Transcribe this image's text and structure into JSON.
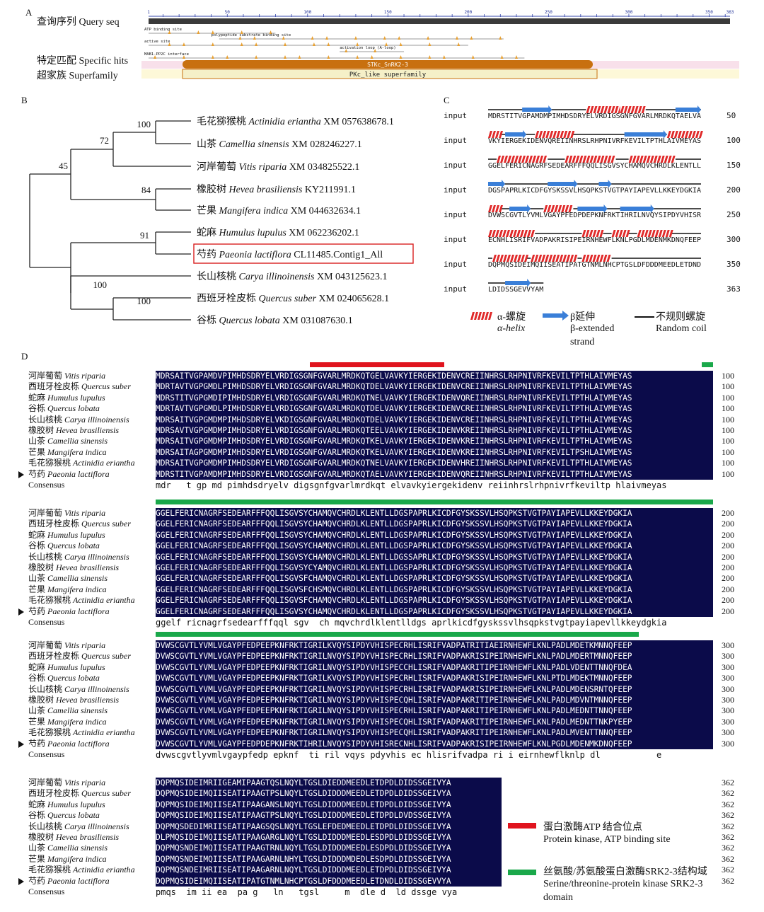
{
  "panels": {
    "A": "A",
    "B": "B",
    "C": "C",
    "D": "D"
  },
  "panelA": {
    "query_label": "查询序列 Query seq",
    "specific_label": "特定匹配 Specific hits",
    "superfamily_label": "超家族 Superfamily",
    "ruler_ticks": [
      "1",
      "50",
      "100",
      "150",
      "200",
      "250",
      "300",
      "350",
      "363"
    ],
    "ruler_ticks_num": [
      1,
      50,
      100,
      150,
      200,
      250,
      300,
      350,
      363
    ],
    "ruler_max": 363,
    "tracks": [
      {
        "label": "ATP binding site",
        "start": 1,
        "end": 80
      },
      {
        "label": "polypeptide substrate binding site",
        "start": 45,
        "end": 222
      },
      {
        "label": "active site",
        "start": 1,
        "end": 200
      },
      {
        "label": "activation loop (A-loop)",
        "start": 120,
        "end": 160
      },
      {
        "label": "MAB1-PP2C interface",
        "start": 1,
        "end": 235
      }
    ],
    "specific_hit": "STKc_SnRK2-3",
    "superfamily": "PKc_like superfamily",
    "colors": {
      "hit": "#c8700f",
      "super": "#f5f0c8"
    }
  },
  "panelB": {
    "taxa": [
      {
        "cn": "毛花猕猴桃",
        "latin": "Actinidia eriantha",
        "acc": "XM 057638678.1"
      },
      {
        "cn": "山茶",
        "latin": "Camellia sinensis",
        "acc": "XM 028246227.1"
      },
      {
        "cn": "河岸葡萄",
        "latin": "Vitis riparia",
        "acc": "XM 034825522.1"
      },
      {
        "cn": "橡胶树",
        "latin": "Hevea brasiliensis",
        "acc": "KY211991.1"
      },
      {
        "cn": "芒果",
        "latin": "Mangifera indica",
        "acc": "XM 044632634.1"
      },
      {
        "cn": "蛇麻",
        "latin": "Humulus lupulus",
        "acc": "XM 062236202.1"
      },
      {
        "cn": "芍药",
        "latin": "Paeonia lactiflora",
        "acc": "CL11485.Contig1_All"
      },
      {
        "cn": "长山核桃",
        "latin": "Carya illinoinensis",
        "acc": "XM 043125623.1"
      },
      {
        "cn": "西班牙栓皮栎",
        "latin": "Quercus suber",
        "acc": "XM 024065628.1"
      },
      {
        "cn": "谷栎",
        "latin": "Quercus lobata",
        "acc": "XM 031087630.1"
      }
    ],
    "bootstrap": [
      "100",
      "72",
      "45",
      "84",
      "91",
      "100",
      "100"
    ],
    "highlight_color": "#d92020"
  },
  "panelC": {
    "input_label": "input",
    "rows": [
      {
        "seq": "MDRSTITVGPAMDMPIMHDSDRYELVRDIGSGNFGVARLMRDKQTAELVA",
        "num": "50"
      },
      {
        "seq": "VKYIERGEKIDENVQREIINHRSLRHPNIVRFKEVILTPTHLAIVMEYAS",
        "num": "100"
      },
      {
        "seq": "GGELFERICNAGRFSEDEARFFFQQLISGVSYCHAMQVCHRDLKLENTLL",
        "num": "150"
      },
      {
        "seq": "DGSPAPRLKICDFGYSKSSVLHSQPKSTVGTPAYIAPEVLLKKEYDGKIA",
        "num": "200"
      },
      {
        "seq": "DVWSCGVTLYVMLVGAYPFEDPDEPKNFRKTIHRILNVQYSIPDYVHISR",
        "num": "250"
      },
      {
        "seq": "ECNHLISRIFVADPAKRISIPEIRNHEWFLKNLPGDLMDENMKDNQFEEP",
        "num": "300"
      },
      {
        "seq": "DQPMQSIDEIMQIISEATIPATGTNMLNHCPTGSLDFDDDMEEDLETDND",
        "num": "350"
      },
      {
        "seq": "LDIDSSGEVVYAM",
        "num": "363"
      }
    ],
    "legend": {
      "helix_cn": "α-螺旋",
      "helix_en": "α-helix",
      "strand_cn": "β延伸",
      "strand_en1": "β-extended",
      "strand_en2": "strand",
      "coil_cn": "不规则螺旋",
      "coil_en": "Random coil"
    }
  },
  "panelD": {
    "species": [
      {
        "cn": "河岸葡萄",
        "latin": "Vitis riparia"
      },
      {
        "cn": "西班牙栓皮栎",
        "latin": "Quercus suber"
      },
      {
        "cn": "蛇麻",
        "latin": "Humulus lupulus"
      },
      {
        "cn": "谷栎",
        "latin": "Quercus lobata"
      },
      {
        "cn": "长山核桃",
        "latin": "Carya illinoinensis"
      },
      {
        "cn": "橡胶树",
        "latin": "Hevea brasiliensis"
      },
      {
        "cn": "山茶",
        "latin": "Camellia sinensis"
      },
      {
        "cn": "芒果",
        "latin": "Mangifera indica"
      },
      {
        "cn": "毛花猕猴桃",
        "latin": "Actinidia eriantha"
      },
      {
        "cn": "芍药",
        "latin": "Paeonia lactiflora"
      }
    ],
    "consensus_label": "Consensus",
    "blocks": [
      {
        "end": "100",
        "rows": [
          "MDRSAITVGPAMDVPIMHDSDRYELVRDIGSGNFGVARLMRDKQTGELVAVKYIERGEKIDENVCREIINHRSLRHPNIVRFKEVILTPTHLAIVMEYAS",
          "MDRTAVTVGPGMDLPIMHDSDRYELVRDIGSGNFGVARLMRDKQTDELVAVKYIERGEKIDENVCREIINHRSLRHPNIVRFKEVILTPTHLAIVMEYAS",
          "MDRSTITVGPGMDIPIMHDSDRYELVRDIGSGNFGVARLMRDKQTNELVAVKYIERGEKIDENVQREIINHRSLRHPNIVRFKEVILTPTHLAIVMEYAS",
          "MDRTAVTVGPGMDLPIMHDSDRYELVRDIGSGNFGVARLMRDKQTDELVAVKYIERGEKIDENVCREIINHRSLRHPNIVRFKEVILTPTHLAIVMEYAS",
          "MDRSAITVGPGMDMPIMHDSDRYELVKDIGSGNFGVARLMRDKQTDELVAVKYIERGEKIDENVCREIINHRSLRHPNIVRFKEVILTPTHLAIVMEYAS",
          "MDRSAVTVGPGMDMPIMHDSDRYELVRDIGSGNFGVARLMRDKQTEELVAVKYIERGEKIDENVKREIINHRSLRHPNIVRFKEVILTPTHLAIVMEYAS",
          "MDRSAITVGPGMDMPIMHDSDRYELVRDIGSGNFGVARLMRDKQTKELVAVKYIERGEKIDENVKREIINHRSLRHPNIVRFKEVILTPTHLAIVMEYAS",
          "MDRSAITAGPGMDMPIMHDSDRYELVRDIGSGNFGVARLMRDKQTKELVAVKYIERGEKIDENVKREIINHRSLRHPNIVRFKEVILTPSHLAIVMEYAS",
          "MDRSAITVGPGMDMPIMHDSDRYELVRDIGSGNFGVARLMRDKQTNELVAVKYIERGEKIDENVHREIINHRSLRHPNIVRFKEVILTPTHLAIVMEYAS",
          "MDRSTITVGPAMDMPIMHDSDRYELVRDIGSGNFGVARLMRDKQTAELVAVKYIERGEKIDENVQREIINHRSLRHPNIVRFKEVILTPTHLAIVMEYAS"
        ],
        "consensus": "mdr   t gp md pimhdsdryelv digsgnfgvarlmrdkqt elvavkyiergekidenv reiinhrslrhpnivrfkeviltp hlaivmeyas"
      },
      {
        "end": "200",
        "rows": [
          "GGELFERICNAGRFSEDEARFFFQQLISGVSYCHAMQVCHRDLKLENTLLDGSPAPRLKICDFGYSKSSVLHSQPKSTVGTPAYIAPEVLLKKEYDGKIA",
          "GGELFERICNAGRFSEDEARFFFQQLISGVSYCHAMQVCHRDLKLENTLLDGSPAPRLKICDFGYSKSSVLHSQPKSTVGTPAYIAPEVLLKKEYDGKIA",
          "GGELFERICNAGRFSEDEARFFFQQLISGVSYCHAMQVCHRDLKLENTLLDGSPAPRLKICDFGYSKSSVLHSQPKSTVGTPAYIAPEVLLKKEYDGKIA",
          "GGELFERICNAGRFSEDEARFFFQQLISGVSYCHAMQVCHRDLKLENTLLDGSPAPRLKICDFGYSKSSVLHSQPKSTVGTPAYIAPEVLLKKEYDGKIA",
          "GGELFERICNAGRFSEDEARFFFQQLISGVSYCHAMQVCHRDLKLENTLLDGSSAPRLKICDFGYSKSSVLHSQPKSTVGTPAYIAPEVLLKKEYDGKIA",
          "GGELFERICNAGRFSEDEARFFFQQLISGVSYCYAMQVCHRDLKLENTLLDGSPAPRLKICDFGYSKSSVLHSQPKSTVGTPAYIAPEVLLKKEYDGKIA",
          "GGELFERICNAGRFSEDEARFFFQQLISGVSFCHAMQVCHRDLKLENTLLDGSPAPRLKICDFGYSKSSVLHSQPKSTVGTPAYIAPEVLLKKEYDGKIA",
          "GGELFERICNAGRFSEDEARFFFQQLISGVSFCHSMQVCHRDLKLENTLLDGSPAPRLKICDFGYSKSSVLHSQPKSTVGTPAYIAPEVLLKKEYDGKIA",
          "GGELFERICNAGRFSEDEARFFFQQLISGVSFCHAMQVCHRDLKLENTLLDGSPAPRLKICDFGYSKSSVLHSQPKSTVGTPAYIAPEVLLKKEYDGKIA",
          "GGELFERICNAGRFSEDEARFFFQQLISGVSYCHAMQVCHRDLKLENTLLDGSPAPRLKICDFGYSKSSVLHSQPKSTVGTPAYIAPEVLLKKEYDGKIA"
        ],
        "consensus": "ggelf ricnagrfsedearfffqql sgv  ch mqvchrdlklentlldgs aprlkicdfgyskssvlhsqpkstvgtpayiapevllkkeydgkia"
      },
      {
        "end": "300",
        "rows": [
          "DVWSCGVTLYVMLVGAYPFEDPEEPKNFRKTIGRILKVQYSIPDYVHISPECRHLISRIFVADPATRITIAEIRNHEWFLKNLPADLMDETKMNNQFEEP",
          "DVWSCGVTLYVMLVGAYPFEDPEEPKNFRKTIGRILNVQYSIPDYVHISPECRHLISRIFVADPAKRISIPEIRNHEWFLKNLPADLMDERTMNNQFEEP",
          "DVWSCGVTLYVMLVGAYPFEDPEEPKNFRKTIGRILNVQYSIPDYVHISPECCHLISRIFVADPAKRITIPEIRNHEWFLKNLPADLVDENTTNNQFDEA",
          "DVWSCGVTLYVMLVGAYPFEDPEEPKNFRKTIGRILKVQYSIPDYVHISPECRHLISRIFVADPAKRISIPEIRNHEWFLKNLPTDLMDEKTMNNQFEEP",
          "DVWSCGVTLYVMLVGAYPFEDPEEPKNFRKTIGRILNVQYSIPDYVHISPECRHLISRIFVADPAKRISIPEIRNHEWFLKNLPADLMDENSRNTQFEEP",
          "DVWSCGVTLYVMLVGAYPFEDPEEPKNFRKTIGRILNVQYSIPDYVHISPECQHLISRIFVADPAKRITIPEIRNHEWFLKNLPADLMDVNTMNNQFEEP",
          "DVWSCGVTLYVMLVGAYPFEDPEEPKNFRKTIGRILNVQYSIPDYVHISPECRHLISRIFVADPAKRITIPEIRNHEWFLKNLPADLMEDNTTNNQFEEP",
          "DVWSCGVTLYVMLVGAYPFEDPEEPKNFRKTIGRILNVQYSIPDYVHISPECQHLISRIFVADPAKRITIPEIRNHEWFLKNLPADLMEDNTTNKPYEEP",
          "DVWSCGVTLYVMLVGAYPFEDPEEPKNFRKTIGRILNVQYSIPDYVHISPECQHLISRIFVADPAKRITIPEIRNHEWFLKNLPADLMVENTTNNQFEEP",
          "DVWSCGVTLYVMLVGAYPFEDPDEPKNFRKTIHRILNVQYSIPDYVHISRECNHLISRIFVADPAKRISIPEIRNHEWFLKNLPGDLMDENMKDNQFEEP"
        ],
        "consensus": "dvwscgvtlyvmlvgaypfedp epknf  ti ril vqys pdyvhis ec hlisrifvadpa ri i eirnhewflknlp dl           e"
      },
      {
        "end": "362",
        "rows": [
          "DQPMQSIDEIMRIIGEAMIPAAGTQSLNQYLTGSLDIEDDMEEDLETDPDLDIDSSGEIVYA",
          "DQPMQSIDEIMQIISEATIPAAGTPSLNQYLTGSLDIDDDMEEDLETDPDLDIDSSGEIVYA",
          "DQPMQSIDEIMQIISEATIPAAGANSLNQYLTGSLDIDDDMEEDLETDPDLDIDSSGEIVYA",
          "DQPMQSIDEIMQIISEATIPAAGTPSLNQYLTGSLDIDDDMEEDLETDPDLDVDSSGEIVYA",
          "DQPMQSDEDIMRIISEATIPAAGSQSLNQYLTGSLEFDEDMEEDLETDPDLDIDSSGEIVYA",
          "DLPMQSIDEIMQIISEATIPAAGARGLNQYLTGSLDIDDDMEEDLESDPDLDIDSSGEIVYA",
          "DQPMQSNDEIMQIISEATIPAAGTRNLNQYLTGSLDIDDDMEEDLESDPDLDIDSSGEIVYA",
          "DQPMQSNDEIMQIISEATIPAAGARNLNHYLTGSLDIDDDMDEDLESDPDLDIDSSGEIVYA",
          "DQPMQSNDEIMRIISEATIPAAGARNLNQYLTGSLDIDDDMEEDLETDPDLDIDSSGEIVYA",
          "DQPMQSIDEIMQIISEATIPATGTNMLNHCPTGSLDFDDDMEEDLETDNDLDIDSSGEVVYA"
        ],
        "consensus": "pmqs  im ii ea  pa g   ln   tgsl     m  dle d  ld dssge vya"
      }
    ],
    "legend": {
      "atp_cn": "蛋白激酶ATP 结合位点",
      "atp_en": "Protein kinase, ATP binding site",
      "srk_cn": "丝氨酸/苏氨酸蛋白激酶SRK2-3结构域",
      "srk_en1": "Serine/threonine-protein kinase SRK2-3",
      "srk_en2": "domain",
      "atp_color": "#e0141e",
      "srk_color": "#1aa84a"
    }
  }
}
